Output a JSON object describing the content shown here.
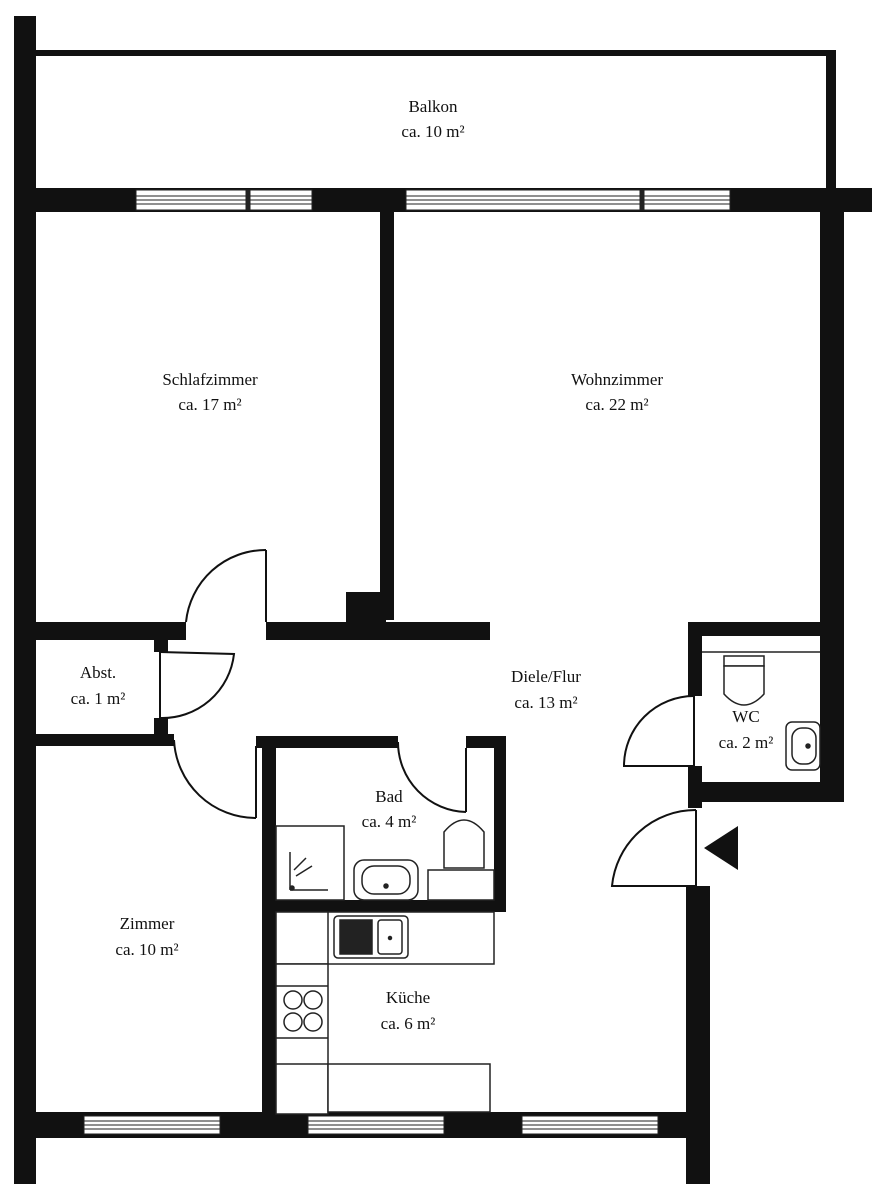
{
  "colors": {
    "wall": "#111111",
    "fixture": "#222222",
    "background": "#ffffff"
  },
  "rooms": {
    "balkon": {
      "name": "Balkon",
      "area": "ca. 10 m²"
    },
    "schlafzimmer": {
      "name": "Schlafzimmer",
      "area": "ca. 17 m²"
    },
    "wohnzimmer": {
      "name": "Wohnzimmer",
      "area": "ca. 22 m²"
    },
    "abst": {
      "name": "Abst.",
      "area": "ca. 1 m²"
    },
    "diele": {
      "name": "Diele/Flur",
      "area": "ca. 13 m²"
    },
    "wc": {
      "name": "WC",
      "area": "ca. 2 m²"
    },
    "bad": {
      "name": "Bad",
      "area": "ca. 4 m²"
    },
    "zimmer": {
      "name": "Zimmer",
      "area": "ca. 10 m²"
    },
    "kueche": {
      "name": "Küche",
      "area": "ca. 6 m²"
    }
  },
  "icons": {
    "entrance": "entrance-arrow-icon",
    "toilet": "toilet-icon",
    "sink": "sink-icon",
    "shower": "shower-icon",
    "stove": "stove-icon",
    "kitchen_sink": "kitchen-sink-icon"
  }
}
